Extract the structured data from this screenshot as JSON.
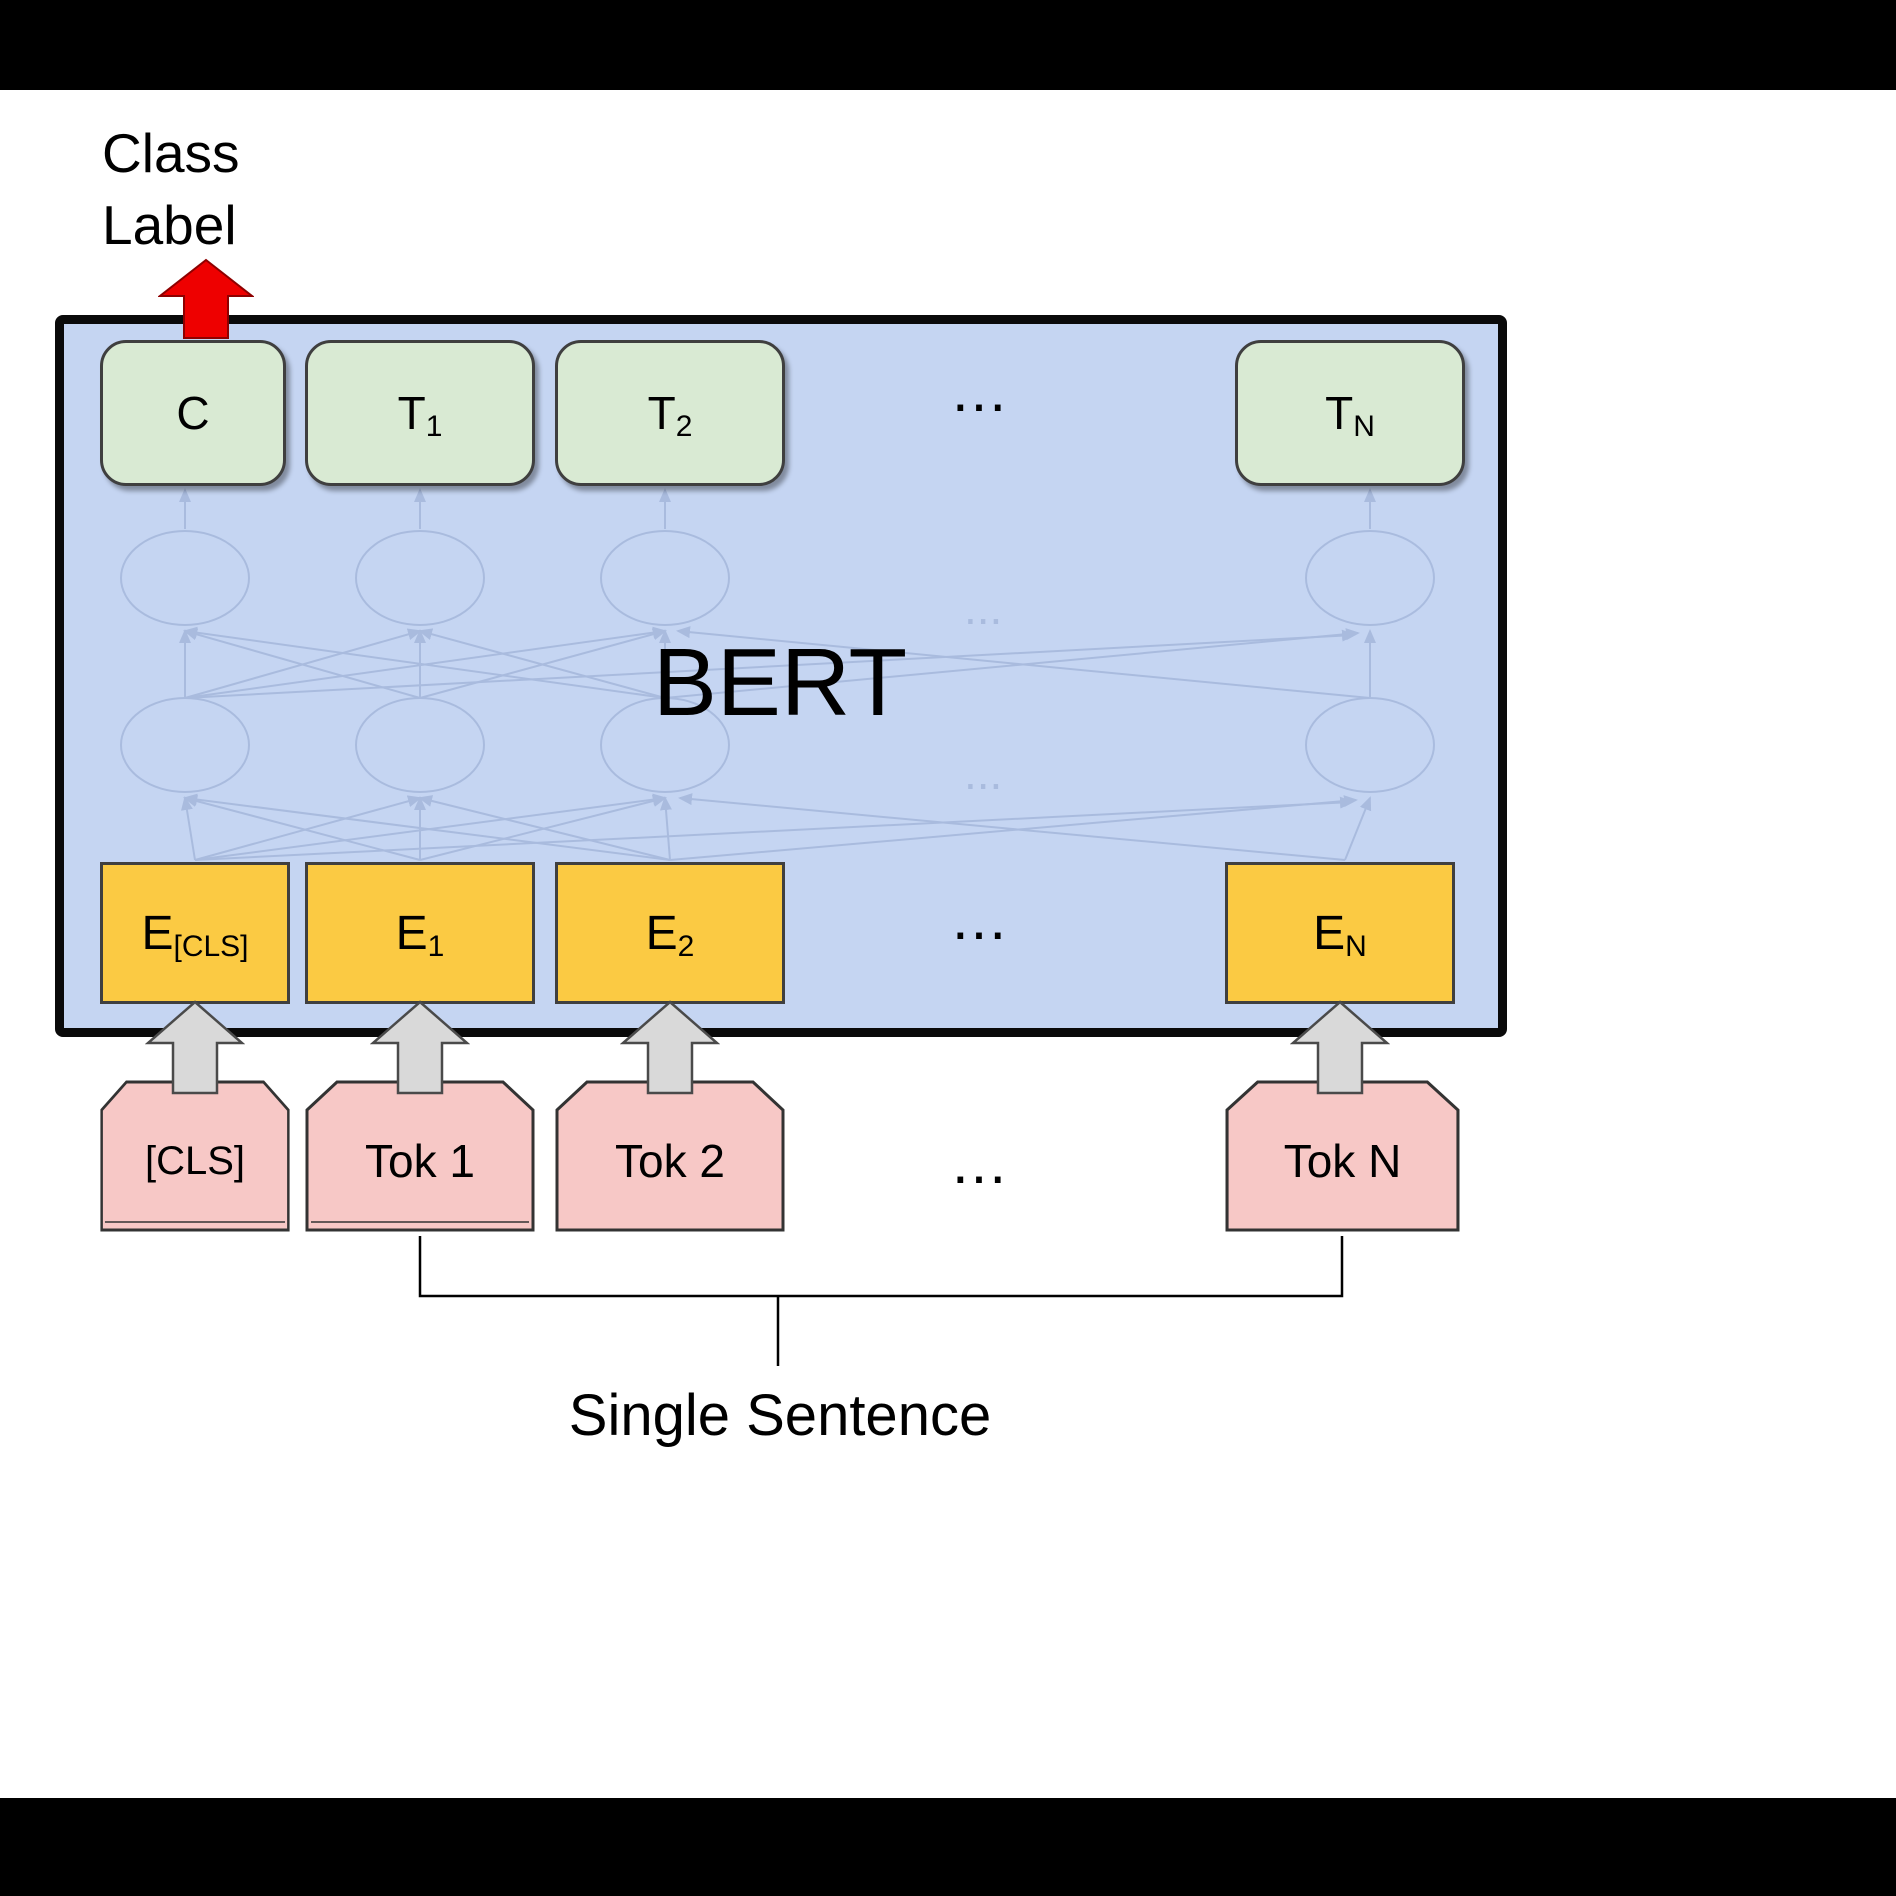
{
  "figure": {
    "class_label_line1": "Class",
    "class_label_line2": "Label",
    "bert_title": "BERT",
    "single_sentence_label": "Single Sentence",
    "ellipsis": "..."
  },
  "outputs": [
    {
      "main": "C",
      "sub": ""
    },
    {
      "main": "T",
      "sub": "1"
    },
    {
      "main": "T",
      "sub": "2"
    },
    {
      "main": "T",
      "sub": "N"
    }
  ],
  "embeddings": [
    {
      "main": "E",
      "sub": "[CLS]"
    },
    {
      "main": "E",
      "sub": "1"
    },
    {
      "main": "E",
      "sub": "2"
    },
    {
      "main": "E",
      "sub": "N"
    }
  ],
  "tokens": [
    {
      "label": "[CLS]"
    },
    {
      "label": "Tok 1"
    },
    {
      "label": "Tok 2"
    },
    {
      "label": "Tok N"
    }
  ],
  "colors": {
    "output_box": "#d9ead3",
    "embedding_box": "#fbca43",
    "token_box": "#f7c8c6",
    "bert_background": "#c5d5f2",
    "class_arrow_red": "#ee0000",
    "input_arrow_gray": "#d9d9d9"
  }
}
